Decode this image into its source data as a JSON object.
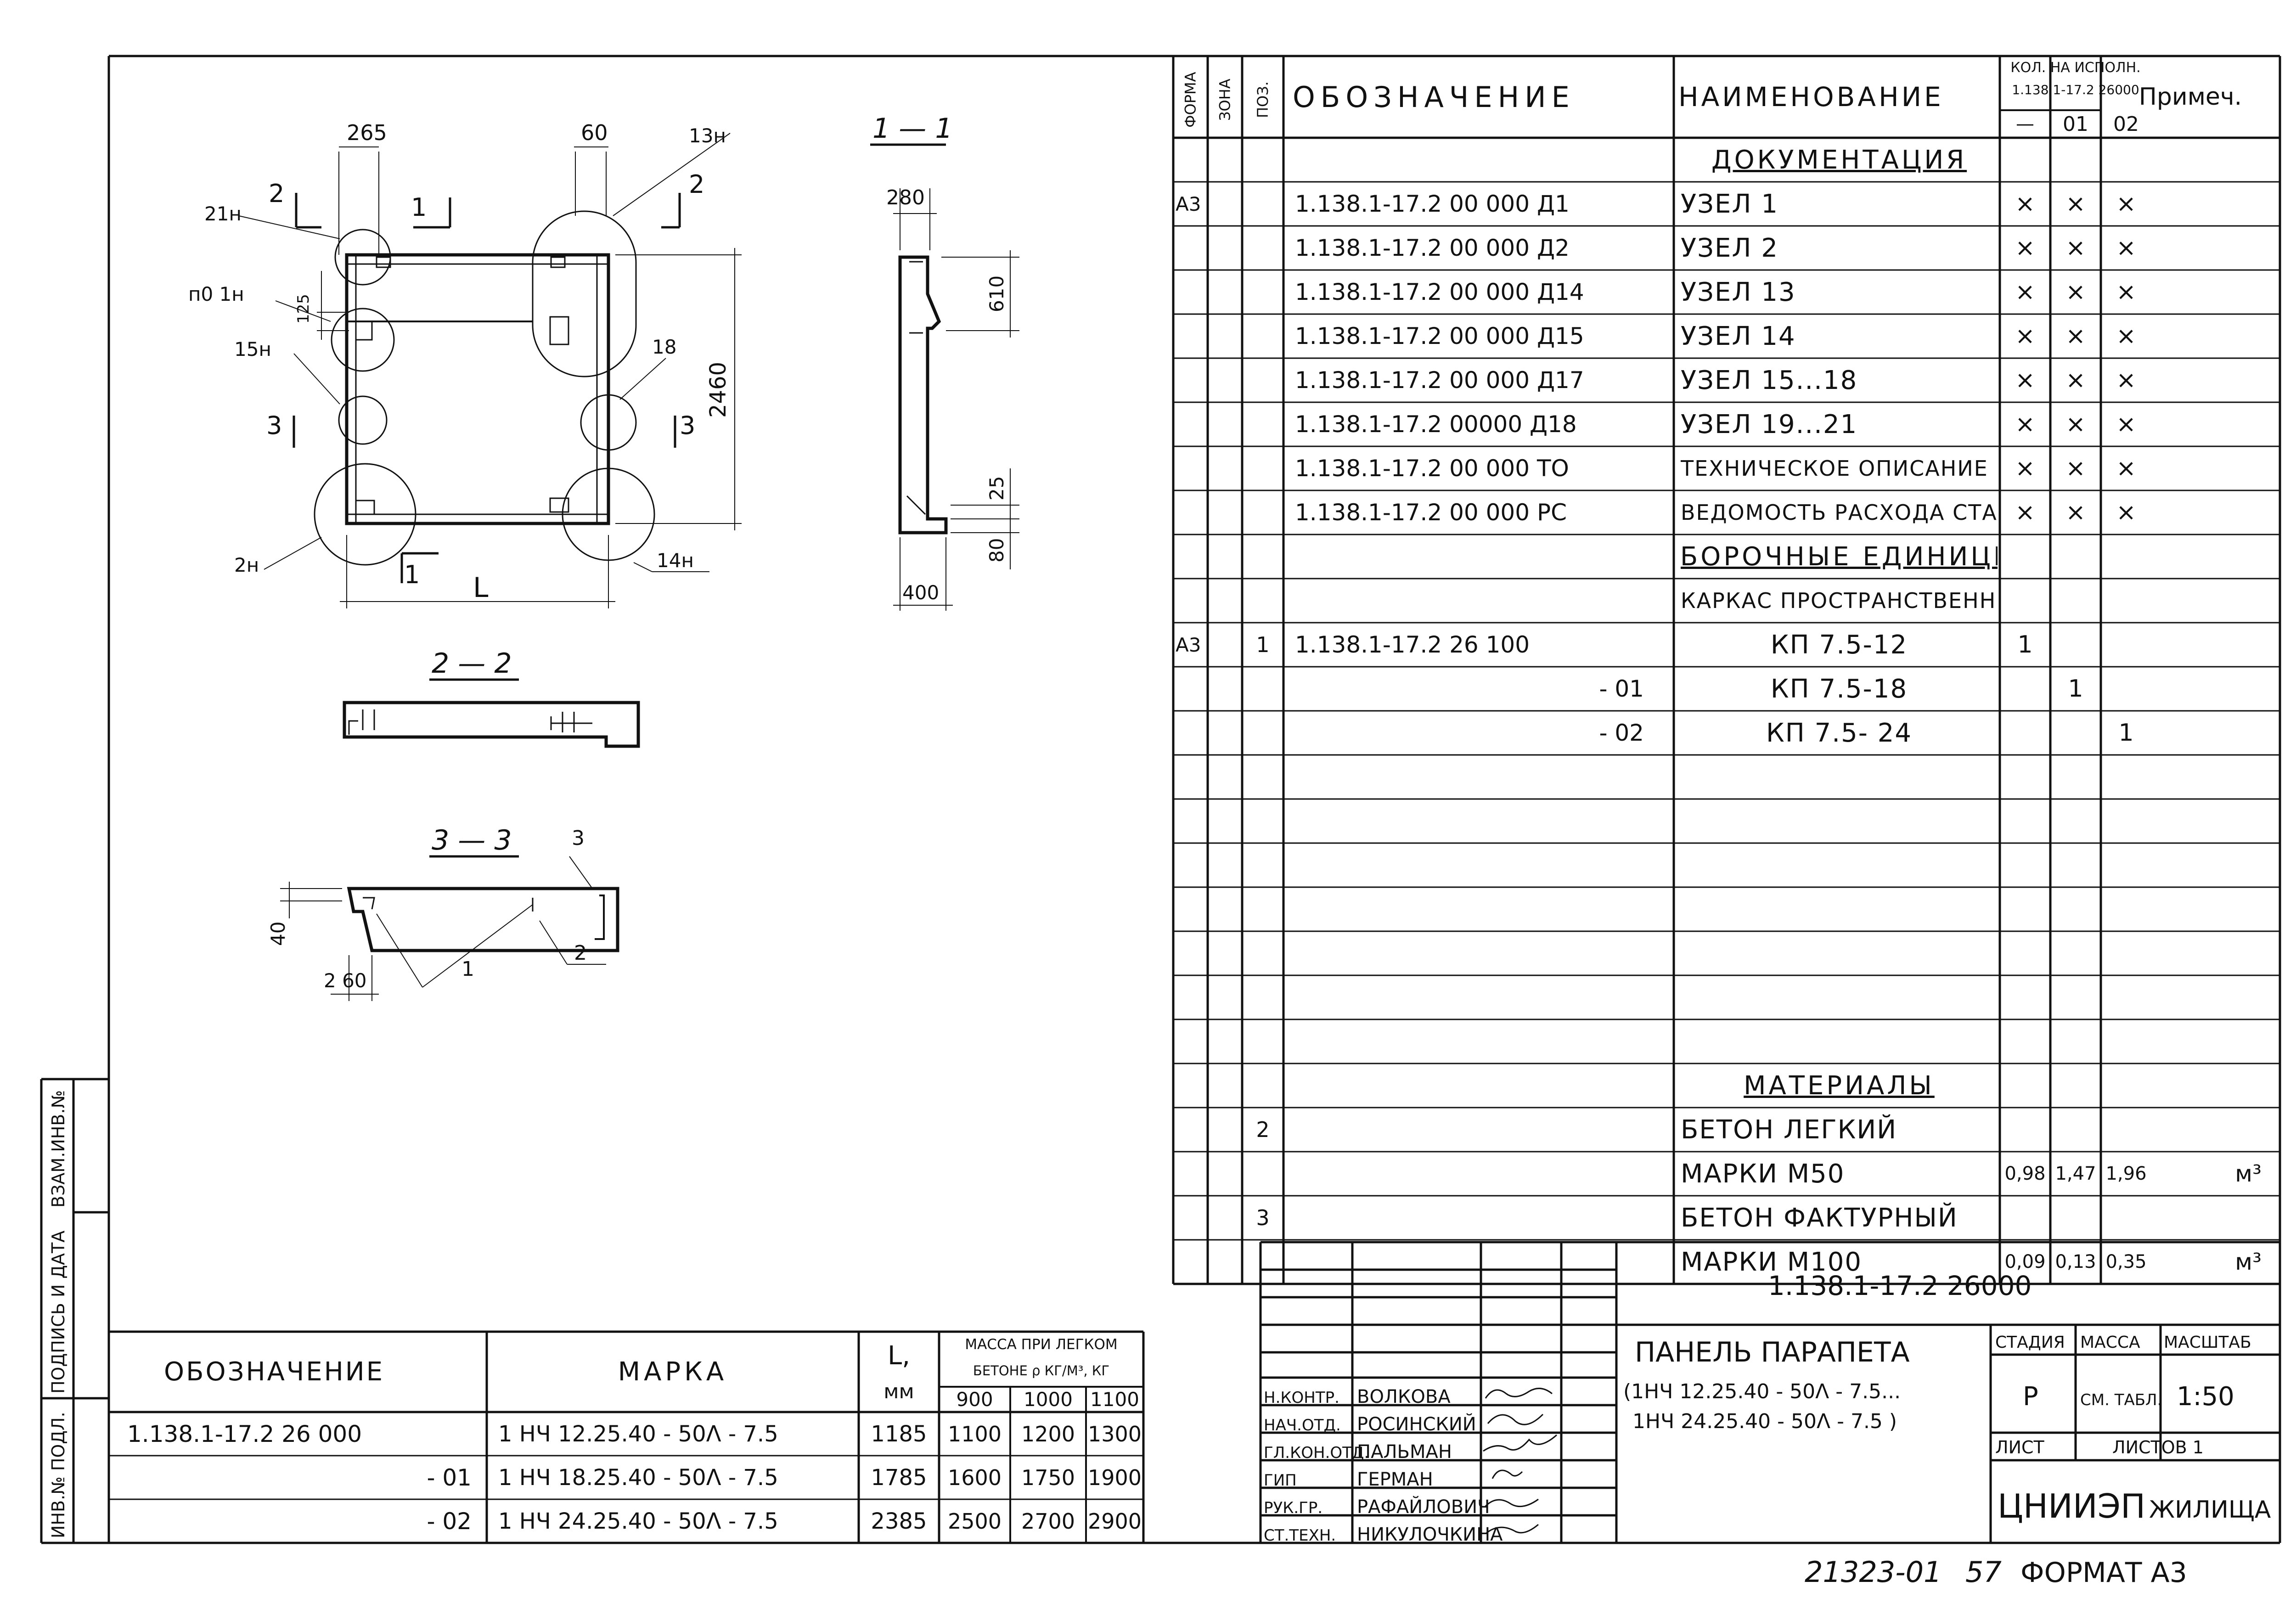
{
  "drawing": {
    "section_labels": {
      "s11": "1 — 1",
      "s22": "2 — 2",
      "s33": "3 — 3"
    },
    "plan": {
      "dims": {
        "top_left": "265",
        "top_right": "60",
        "height": "2460",
        "cut_125": "125",
        "length": "L"
      },
      "callouts": {
        "c21n": "21н",
        "cp01n": "п0 1н",
        "c15n": "15н",
        "c2n": "2н",
        "c13n": "13н",
        "c18": "18",
        "c14n": "14н"
      },
      "cut_marks": {
        "k2a": "2",
        "k2b": "2",
        "k1a": "1",
        "k1b": "1",
        "k3a": "3",
        "k3b": "3"
      }
    },
    "sec11": {
      "dims": {
        "d280": "280",
        "d610": "610",
        "d25": "25",
        "d80": "80",
        "d400": "400"
      }
    },
    "sec33": {
      "dims": {
        "d40": "40",
        "d260": "2 60"
      },
      "leaders": {
        "l1": "1",
        "l2": "2",
        "l3": "3"
      }
    }
  },
  "spec": {
    "headers": {
      "forma": "ФОРМА",
      "zona": "ЗОНА",
      "poz": "ПОЗ.",
      "oboz": "ОБОЗНАЧЕНИЕ",
      "naim": "НАИМЕНОВАНИЕ",
      "kol": "КОЛ. НА ИСПОЛН.",
      "kol_code": "1.138.1-17.2 26000",
      "ex1": "—",
      "ex2": "01",
      "ex3": "02",
      "prim": "Примеч."
    },
    "rows": [
      {
        "forma": "",
        "poz": "",
        "oboz": "",
        "naim": "ДОКУМЕНТАЦИЯ",
        "heading": true,
        "q1": "",
        "q2": "",
        "q3": "",
        "prim": ""
      },
      {
        "forma": "А3",
        "poz": "",
        "oboz": "1.138.1-17.2  00 000  Д1",
        "naim": "УЗЕЛ  1",
        "q1": "×",
        "q2": "×",
        "q3": "×",
        "prim": ""
      },
      {
        "forma": "",
        "poz": "",
        "oboz": "1.138.1-17.2  00 000  Д2",
        "naim": "УЗЕЛ  2",
        "q1": "×",
        "q2": "×",
        "q3": "×",
        "prim": ""
      },
      {
        "forma": "",
        "poz": "",
        "oboz": "1.138.1-17.2  00 000  Д14",
        "naim": "УЗЕЛ  13",
        "q1": "×",
        "q2": "×",
        "q3": "×",
        "prim": ""
      },
      {
        "forma": "",
        "poz": "",
        "oboz": "1.138.1-17.2  00 000  Д15",
        "naim": "УЗЕЛ  14",
        "q1": "×",
        "q2": "×",
        "q3": "×",
        "prim": ""
      },
      {
        "forma": "",
        "poz": "",
        "oboz": "1.138.1-17.2  00 000  Д17",
        "naim": "УЗЕЛ  15...18",
        "q1": "×",
        "q2": "×",
        "q3": "×",
        "prim": ""
      },
      {
        "forma": "",
        "poz": "",
        "oboz": "1.138.1-17.2  00000  Д18",
        "naim": "УЗЕЛ 19...21",
        "q1": "×",
        "q2": "×",
        "q3": "×",
        "prim": ""
      },
      {
        "forma": "",
        "poz": "",
        "oboz": "1.138.1-17.2  00 000  ТО",
        "naim": "ТЕХНИЧЕСКОЕ ОПИСАНИЕ",
        "q1": "×",
        "q2": "×",
        "q3": "×",
        "prim": ""
      },
      {
        "forma": "",
        "poz": "",
        "oboz": "1.138.1-17.2  00 000  РС",
        "naim": "ВЕДОМОСТЬ РАСХОДА СТАЛИ",
        "q1": "×",
        "q2": "×",
        "q3": "×",
        "prim": ""
      },
      {
        "forma": "",
        "poz": "",
        "oboz": "",
        "naim": "СБОРОЧНЫЕ ЕДИНИЦЫ",
        "heading": true,
        "q1": "",
        "q2": "",
        "q3": "",
        "prim": ""
      },
      {
        "forma": "",
        "poz": "",
        "oboz": "",
        "naim": "КАРКАС ПРОСТРАНСТВЕННЫЙ",
        "q1": "",
        "q2": "",
        "q3": "",
        "prim": ""
      },
      {
        "forma": "А3",
        "poz": "1",
        "oboz": "1.138.1-17.2  26 100",
        "naim": "КП 7.5-12",
        "center": true,
        "q1": "1",
        "q2": "",
        "q3": "",
        "prim": ""
      },
      {
        "forma": "",
        "poz": "",
        "oboz": "- 01",
        "right": true,
        "naim": "КП 7.5-18",
        "center": true,
        "q1": "",
        "q2": "1",
        "q3": "",
        "prim": ""
      },
      {
        "forma": "",
        "poz": "",
        "oboz": "- 02",
        "right": true,
        "naim": "КП 7.5- 24",
        "center": true,
        "q1": "",
        "q2": "",
        "q3": "1",
        "prim": ""
      },
      {
        "forma": "",
        "poz": "",
        "oboz": "",
        "naim": "",
        "q1": "",
        "q2": "",
        "q3": "",
        "prim": ""
      },
      {
        "forma": "",
        "poz": "",
        "oboz": "",
        "naim": "",
        "q1": "",
        "q2": "",
        "q3": "",
        "prim": ""
      },
      {
        "forma": "",
        "poz": "",
        "oboz": "",
        "naim": "",
        "q1": "",
        "q2": "",
        "q3": "",
        "prim": ""
      },
      {
        "forma": "",
        "poz": "",
        "oboz": "",
        "naim": "",
        "q1": "",
        "q2": "",
        "q3": "",
        "prim": ""
      },
      {
        "forma": "",
        "poz": "",
        "oboz": "",
        "naim": "",
        "q1": "",
        "q2": "",
        "q3": "",
        "prim": ""
      },
      {
        "forma": "",
        "poz": "",
        "oboz": "",
        "naim": "",
        "q1": "",
        "q2": "",
        "q3": "",
        "prim": ""
      },
      {
        "forma": "",
        "poz": "",
        "oboz": "",
        "naim": "",
        "q1": "",
        "q2": "",
        "q3": "",
        "prim": ""
      },
      {
        "forma": "",
        "poz": "",
        "oboz": "",
        "naim": "МАТЕРИАЛЫ",
        "heading": true,
        "center": true,
        "q1": "",
        "q2": "",
        "q3": "",
        "prim": ""
      },
      {
        "forma": "",
        "poz": "2",
        "oboz": "",
        "naim": "БЕТОН  ЛЕГКИЙ",
        "q1": "",
        "q2": "",
        "q3": "",
        "prim": ""
      },
      {
        "forma": "",
        "poz": "",
        "oboz": "",
        "naim": "МАРКИ   М50",
        "q1": "0,98",
        "q2": "1,47",
        "q3": "1,96",
        "prim": "м³"
      },
      {
        "forma": "",
        "poz": "3",
        "oboz": "",
        "naim": "БЕТОН  ФАКТУРНЫЙ",
        "q1": "",
        "q2": "",
        "q3": "",
        "prim": ""
      },
      {
        "forma": "",
        "poz": "",
        "oboz": "",
        "naim": "МАРКИ    М100",
        "q1": "0,09",
        "q2": "0,13",
        "q3": "0,35",
        "prim": "м³"
      }
    ]
  },
  "marks": {
    "headers": {
      "oboz": "ОБОЗНАЧЕНИЕ",
      "marka": "МАРКА",
      "l": "L,",
      "l_unit": "мм",
      "massa": "МАССА ПРИ ЛЕГКОМ",
      "massa2": "БЕТОНЕ ρ КГ/М³, КГ",
      "m900": "900",
      "m1000": "1000",
      "m1100": "1100"
    },
    "rows": [
      {
        "oboz": "1.138.1-17.2  26 000",
        "marka": "1 НЧ 12.25.40 - 50Λ - 7.5",
        "l": "1185",
        "m900": "1100",
        "m1000": "1200",
        "m1100": "1300"
      },
      {
        "oboz": "- 01",
        "marka": "1 НЧ 18.25.40 - 50Λ - 7.5",
        "l": "1785",
        "m900": "1600",
        "m1000": "1750",
        "m1100": "1900"
      },
      {
        "oboz": "- 02",
        "marka": "1 НЧ 24.25.40 - 50Λ - 7.5",
        "l": "2385",
        "m900": "2500",
        "m1000": "2700",
        "m1100": "2900"
      }
    ]
  },
  "side_stamp": {
    "inv_podl": "ИНВ.№ ПОДЛ.",
    "podpis": "ПОДПИСЬ И ДАТА",
    "vzam": "ВЗАМ.ИНВ.№"
  },
  "title_block": {
    "code": "1.138.1-17.2  26000",
    "name": "ПАНЕЛЬ  ПАРАПЕТА",
    "name_sub1": "(1НЧ 12.25.40 - 50Λ - 7.5...",
    "name_sub2": "1НЧ 24.25.40 - 50Λ - 7.5 )",
    "stadia_h": "СТАДИЯ",
    "massa_h": "МАССА",
    "masshtab_h": "МАСШТАБ",
    "stadia": "Р",
    "massa": "СМ. ТАБЛ.",
    "masshtab": "1:50",
    "list_h": "ЛИСТ",
    "listov_h": "ЛИСТОВ  1",
    "org1": "ЦНИИЭП",
    "org2": "ЖИЛИЩА",
    "staff": [
      {
        "role": "Н.КОНТР.",
        "name": "ВОЛКОВА"
      },
      {
        "role": "НАЧ.ОТД.",
        "name": "РОСИНСКИЙ"
      },
      {
        "role": "ГЛ.КОН.ОТД.",
        "name": "ПАЛЬМАН"
      },
      {
        "role": "ГИП",
        "name": "ГЕРМАН"
      },
      {
        "role": "РУК.ГР.",
        "name": "РАФАЙЛОВИЧ"
      },
      {
        "role": "СТ.ТЕХН.",
        "name": "НИКУЛОЧКИНА"
      }
    ]
  },
  "footer": {
    "number": "21323-01",
    "sheet": "57",
    "format": "ФОРМАТ А3"
  }
}
